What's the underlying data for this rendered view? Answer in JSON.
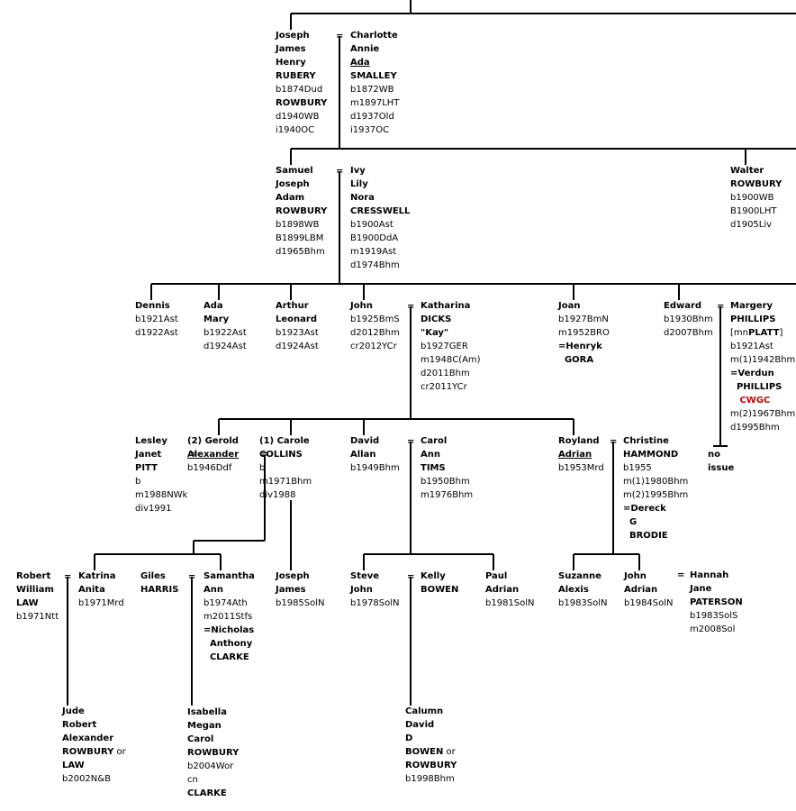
{
  "people": [
    {
      "id": "joseph-rubery",
      "lines": [
        {
          "t": "Joseph",
          "s": "b"
        },
        {
          "t": "James",
          "s": "b"
        },
        {
          "t": "Henry",
          "s": "b"
        },
        {
          "t": "RUBERY",
          "s": "b"
        },
        {
          "t": "b1874Dud"
        },
        {
          "t": "ROWBURY",
          "s": "b"
        },
        {
          "t": "d1940WB"
        },
        {
          "t": "i1940OC"
        }
      ]
    },
    {
      "id": "charlotte-smalley",
      "lines": [
        {
          "t": "Charlotte",
          "s": "b"
        },
        {
          "t": "Annie",
          "s": "b"
        },
        {
          "t": "Ada",
          "s": "u"
        },
        {
          "t": "SMALLEY",
          "s": "b"
        },
        {
          "t": "b1872WB"
        },
        {
          "t": "m1897LHT"
        },
        {
          "t": "d1937Old"
        },
        {
          "t": "i1937OC"
        }
      ]
    },
    {
      "id": "samuel-rowbury",
      "lines": [
        {
          "t": "Samuel",
          "s": "b"
        },
        {
          "t": "Joseph",
          "s": "b"
        },
        {
          "t": "Adam",
          "s": "b"
        },
        {
          "t": "ROWBURY",
          "s": "b"
        },
        {
          "t": "b1898WB"
        },
        {
          "t": "B1899LBM"
        },
        {
          "t": "d1965Bhm"
        }
      ]
    },
    {
      "id": "ivy-cresswell",
      "lines": [
        {
          "t": "Ivy",
          "s": "b"
        },
        {
          "t": "Lily",
          "s": "b"
        },
        {
          "t": "Nora",
          "s": "b"
        },
        {
          "t": "CRESSWELL",
          "s": "b"
        },
        {
          "t": "b1900Ast"
        },
        {
          "t": "B1900DdA"
        },
        {
          "t": "m1919Ast"
        },
        {
          "t": "d1974Bhm"
        }
      ]
    },
    {
      "id": "walter-rowbury",
      "lines": [
        {
          "t": "Walter",
          "s": "b"
        },
        {
          "t": "ROWBURY",
          "s": "b"
        },
        {
          "t": "b1900WB"
        },
        {
          "t": "B1900LHT"
        },
        {
          "t": "d1905Liv"
        }
      ]
    },
    {
      "id": "dennis",
      "lines": [
        {
          "t": "Dennis",
          "s": "b"
        },
        {
          "t": "b1921Ast"
        },
        {
          "t": "d1922Ast"
        }
      ]
    },
    {
      "id": "ada-mary",
      "lines": [
        {
          "t": "Ada",
          "s": "b"
        },
        {
          "t": "Mary",
          "s": "b"
        },
        {
          "t": "b1922Ast"
        },
        {
          "t": "d1924Ast"
        }
      ]
    },
    {
      "id": "arthur-leonard",
      "lines": [
        {
          "t": "Arthur",
          "s": "b"
        },
        {
          "t": "Leonard",
          "s": "b"
        },
        {
          "t": "b1923Ast"
        },
        {
          "t": "d1924Ast"
        }
      ]
    },
    {
      "id": "john-1925",
      "lines": [
        {
          "t": "John",
          "s": "b"
        },
        {
          "t": "b1925BmS"
        },
        {
          "t": "d2012Bhm"
        },
        {
          "t": "cr2012YCr"
        }
      ]
    },
    {
      "id": "katharina-dicks",
      "lines": [
        {
          "t": "Katharina",
          "s": "b"
        },
        {
          "t": "DICKS",
          "s": "b"
        },
        {
          "t": "\"Kay\"",
          "s": "b"
        },
        {
          "t": "b1927GER"
        },
        {
          "t": "m1948C(Am)"
        },
        {
          "t": "d2011Bhm"
        },
        {
          "t": "cr2011YCr"
        }
      ]
    },
    {
      "id": "joan",
      "lines": [
        {
          "t": "Joan",
          "s": "b"
        },
        {
          "t": "b1927BmN"
        },
        {
          "t": "m1952BRO"
        },
        {
          "t": "=Henryk",
          "s": "b"
        },
        {
          "t": "  GORA",
          "s": "b"
        }
      ]
    },
    {
      "id": "edward",
      "lines": [
        {
          "t": "Edward",
          "s": "b"
        },
        {
          "t": "b1930Bhm"
        },
        {
          "t": "d2007Bhm"
        }
      ]
    },
    {
      "id": "margery-phillips",
      "lines": [
        {
          "t": "Margery",
          "s": "b"
        },
        {
          "t": "PHILLIPS",
          "s": "b"
        },
        {
          "t": "[mnPLATT]",
          "s": "mix",
          "a": "[mn",
          "b": "PLATT",
          "c": "]"
        },
        {
          "t": "b1921Ast"
        },
        {
          "t": "m(1)1942Bhm"
        },
        {
          "t": "=Verdun",
          "s": "b"
        },
        {
          "t": "  PHILLIPS",
          "s": "b"
        },
        {
          "t": "   CWGC",
          "s": "red"
        },
        {
          "t": "m(2)1967Bhm"
        },
        {
          "t": "d1995Bhm"
        }
      ]
    },
    {
      "id": "lesley-pitt",
      "lines": [
        {
          "t": "Lesley",
          "s": "b"
        },
        {
          "t": "Janet",
          "s": "b"
        },
        {
          "t": "PITT",
          "s": "b"
        },
        {
          "t": "b"
        },
        {
          "t": "m1988NWk"
        },
        {
          "t": "div1991"
        }
      ]
    },
    {
      "id": "gerold-alexander",
      "lines": [
        {
          "t": "(2) Gerold",
          "s": "b"
        },
        {
          "t": "Alexander",
          "s": "u"
        },
        {
          "t": "b1946Ddf"
        }
      ]
    },
    {
      "id": "carole-collins",
      "lines": [
        {
          "t": "(1) Carole",
          "s": "b"
        },
        {
          "t": "COLLINS",
          "s": "b"
        },
        {
          "t": "b"
        },
        {
          "t": "m1971Bhm"
        },
        {
          "t": "div1988"
        }
      ]
    },
    {
      "id": "david-allan",
      "lines": [
        {
          "t": "David",
          "s": "b"
        },
        {
          "t": "Allan",
          "s": "b"
        },
        {
          "t": "b1949Bhm"
        }
      ]
    },
    {
      "id": "carol-tims",
      "lines": [
        {
          "t": "Carol",
          "s": "b"
        },
        {
          "t": "Ann",
          "s": "b"
        },
        {
          "t": "TIMS",
          "s": "b"
        },
        {
          "t": "b1950Bhm"
        },
        {
          "t": "m1976Bhm"
        }
      ]
    },
    {
      "id": "royland-adrian",
      "lines": [
        {
          "t": "Royland",
          "s": "b"
        },
        {
          "t": "Adrian",
          "s": "u"
        },
        {
          "t": "b1953Mrd"
        }
      ]
    },
    {
      "id": "christine-hammond",
      "lines": [
        {
          "t": "Christine",
          "s": "b"
        },
        {
          "t": "HAMMOND",
          "s": "b"
        },
        {
          "t": "b1955"
        },
        {
          "t": "m(1)1980Bhm"
        },
        {
          "t": "m(2)1995Bhm"
        },
        {
          "t": "=Dereck",
          "s": "b"
        },
        {
          "t": "  G",
          "s": "b"
        },
        {
          "t": "  BRODIE",
          "s": "b"
        }
      ]
    },
    {
      "id": "no-issue",
      "lines": [
        {
          "t": "no",
          "s": "b"
        },
        {
          "t": "issue",
          "s": "b"
        }
      ]
    },
    {
      "id": "robert-law",
      "lines": [
        {
          "t": "Robert",
          "s": "b"
        },
        {
          "t": "William",
          "s": "b"
        },
        {
          "t": "LAW",
          "s": "b"
        },
        {
          "t": "b1971Ntt"
        }
      ]
    },
    {
      "id": "katrina-anita",
      "lines": [
        {
          "t": "Katrina",
          "s": "b"
        },
        {
          "t": "Anita",
          "s": "b"
        },
        {
          "t": "b1971Mrd"
        }
      ]
    },
    {
      "id": "giles-harris",
      "lines": [
        {
          "t": "Giles",
          "s": "b"
        },
        {
          "t": "HARRIS",
          "s": "b"
        }
      ]
    },
    {
      "id": "samantha-ann",
      "lines": [
        {
          "t": "Samantha",
          "s": "b"
        },
        {
          "t": "Ann",
          "s": "b"
        },
        {
          "t": "b1974Ath"
        },
        {
          "t": "m2011Stfs"
        },
        {
          "t": "=Nicholas",
          "s": "b"
        },
        {
          "t": "  Anthony",
          "s": "b"
        },
        {
          "t": "  CLARKE",
          "s": "b"
        }
      ]
    },
    {
      "id": "joseph-james",
      "lines": [
        {
          "t": "Joseph",
          "s": "b"
        },
        {
          "t": "James",
          "s": "b"
        },
        {
          "t": "b1985SolN"
        }
      ]
    },
    {
      "id": "steve-john",
      "lines": [
        {
          "t": "Steve",
          "s": "b"
        },
        {
          "t": "John",
          "s": "b"
        },
        {
          "t": "b1978SolN"
        }
      ]
    },
    {
      "id": "kelly-bowen",
      "lines": [
        {
          "t": "Kelly",
          "s": "b"
        },
        {
          "t": "BOWEN",
          "s": "b"
        }
      ]
    },
    {
      "id": "paul-adrian",
      "lines": [
        {
          "t": "Paul",
          "s": "b"
        },
        {
          "t": "Adrian",
          "s": "b"
        },
        {
          "t": "b1981SolN"
        }
      ]
    },
    {
      "id": "suzanne-alexis",
      "lines": [
        {
          "t": "Suzanne",
          "s": "b"
        },
        {
          "t": "Alexis",
          "s": "b"
        },
        {
          "t": "b1983SolN"
        }
      ]
    },
    {
      "id": "john-adrian",
      "lines": [
        {
          "t": "John",
          "s": "b"
        },
        {
          "t": "Adrian",
          "s": "b"
        },
        {
          "t": "b1984SolN"
        }
      ]
    },
    {
      "id": "hannah-paterson",
      "lines": [
        {
          "t": "Hannah",
          "s": "b"
        },
        {
          "t": "Jane",
          "s": "b"
        },
        {
          "t": "PATERSON",
          "s": "b"
        },
        {
          "t": "b1983SolS"
        },
        {
          "t": "m2008Sol"
        }
      ]
    },
    {
      "id": "jude-robert",
      "lines": [
        {
          "t": "Jude",
          "s": "b"
        },
        {
          "t": "Robert",
          "s": "b"
        },
        {
          "t": "Alexander",
          "s": "b"
        },
        {
          "t": "ROWBURY or",
          "s": "mix2",
          "a": "ROWBURY",
          "c": " or"
        },
        {
          "t": "LAW",
          "s": "b"
        },
        {
          "t": "b2002N&B"
        }
      ]
    },
    {
      "id": "isabella-megan",
      "lines": [
        {
          "t": "Isabella",
          "s": "b"
        },
        {
          "t": "Megan",
          "s": "b"
        },
        {
          "t": "Carol",
          "s": "b"
        },
        {
          "t": "ROWBURY",
          "s": "b"
        },
        {
          "t": "b2004Wor"
        },
        {
          "t": "cn"
        },
        {
          "t": "CLARKE",
          "s": "b"
        }
      ]
    },
    {
      "id": "calumn-david",
      "lines": [
        {
          "t": "Calumn",
          "s": "b"
        },
        {
          "t": "David",
          "s": "b"
        },
        {
          "t": "D",
          "s": "b"
        },
        {
          "t": "BOWEN or",
          "s": "mix2",
          "a": "BOWEN",
          "c": " or"
        },
        {
          "t": "ROWBURY",
          "s": "b"
        },
        {
          "t": "b1998Bhm"
        }
      ]
    }
  ],
  "marriage_sign": "=",
  "marriage_small_sign": "="
}
